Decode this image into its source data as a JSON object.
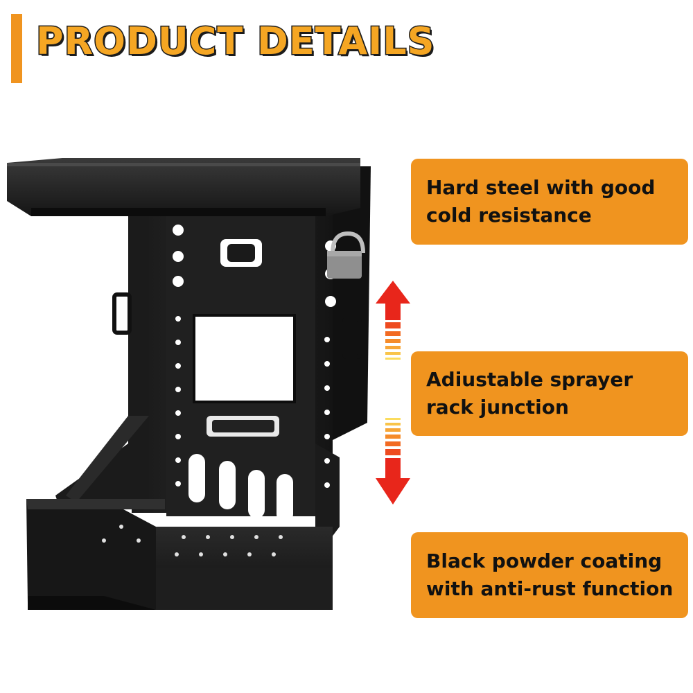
{
  "header": {
    "title": "PRODUCT DETAILS"
  },
  "features": [
    {
      "text": "Hard steel with good cold resistance"
    },
    {
      "text": "Adiustable sprayer rack junction"
    },
    {
      "text": "Black powder coating with anti-rust function"
    }
  ],
  "colors": {
    "accent": "#f0941f",
    "title_fill": "#f5a623",
    "arrow_red": "#e8261b"
  },
  "icons": {
    "adjust": "up-down-arrow-icon",
    "lock": "padlock-icon"
  }
}
